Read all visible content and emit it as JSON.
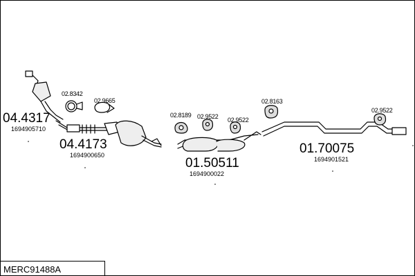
{
  "main_parts": [
    {
      "code": "04.4317",
      "oe": "1694905710"
    },
    {
      "code": "04.4173",
      "oe": "1694900650"
    },
    {
      "code": "01.50511",
      "oe": "1694900022"
    },
    {
      "code": "01.70075",
      "oe": "1694901521"
    }
  ],
  "accessories": [
    "02.8342",
    "02.9665",
    "02.8189",
    "02.9522",
    "02.9522",
    "02.8163",
    "02.9522"
  ],
  "footer": {
    "code": "MERC91488A"
  }
}
